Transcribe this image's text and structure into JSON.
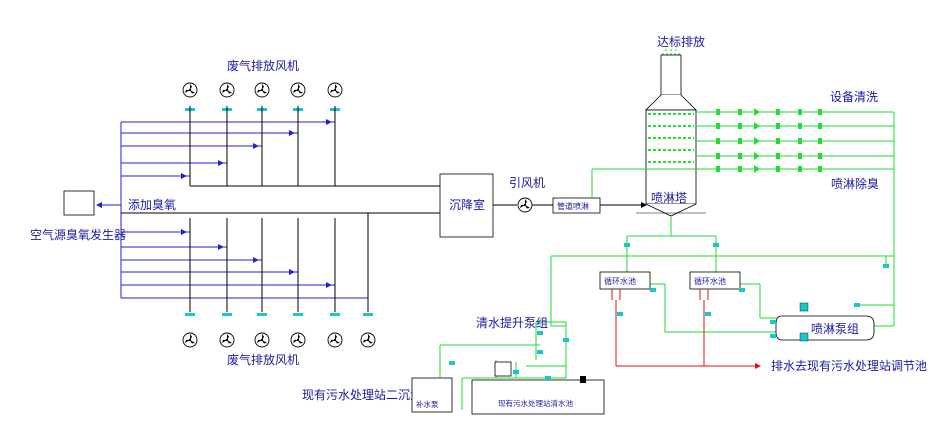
{
  "labels": {
    "top_fans": "废气排放风机",
    "bottom_fans": "废气排放风机",
    "add_ozone": "添加臭氧",
    "ozone_generator": "空气源臭氧发生器",
    "settling_chamber": "沉降室",
    "induced_fan": "引风机",
    "pipe_spray": "管道喷淋",
    "spray_tower": "喷淋塔",
    "discharge": "达标排放",
    "equipment_cleaning": "设备清洗",
    "spray_deodorize": "喷淋除臭",
    "circ_pool_1": "循环水池",
    "circ_pool_2": "循环水池",
    "spray_pump_group": "喷淋泵组",
    "drain_to_regulating": "排水去现有污水处理站调节池",
    "clear_water_pump_group": "清水提升泵组",
    "secondary_clarifier": "现有污水处理站二沉池",
    "makeup_pump": "补水泵",
    "clear_water_pool": "现有污水处理站清水池"
  },
  "colors": {
    "exhaust_line": "#2222cc",
    "main_duct": "#000000",
    "water_line": "#22dd33",
    "drain_line": "#e01010",
    "valve": "#18c8c8",
    "label_text": "#1a1aa0"
  }
}
